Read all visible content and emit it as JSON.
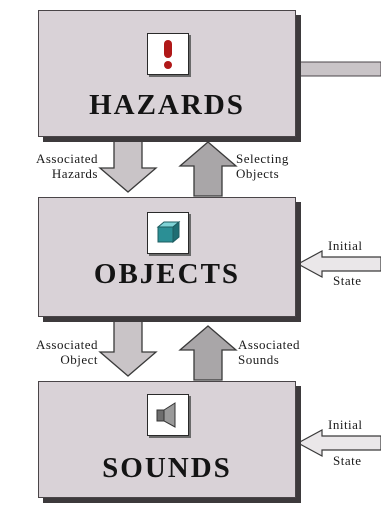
{
  "boxes": {
    "hazards": {
      "title": "HAZARDS",
      "icon": "exclamation-icon"
    },
    "objects": {
      "title": "OBJECTS",
      "icon": "cube-icon"
    },
    "sounds": {
      "title": "SOUNDS",
      "icon": "speaker-icon"
    }
  },
  "arrows": {
    "associated_hazards": [
      "Associated",
      "Hazards"
    ],
    "selecting_objects": [
      "Selecting",
      "Objects"
    ],
    "associated_object": [
      "Associated",
      "Object"
    ],
    "associated_sounds": [
      "Associated",
      "Sounds"
    ]
  },
  "inputs": {
    "objects_initial": [
      "Initial",
      "State"
    ],
    "sounds_initial": [
      "Initial",
      "State"
    ]
  },
  "colors": {
    "box_fill": "#d9d2d7",
    "box_shadow": "#3d3a3c",
    "arrow_down": "#c9c4c7",
    "arrow_up": "#a9a6a8",
    "hazard_red": "#b01818",
    "cube_teal": "#2b8f95"
  }
}
